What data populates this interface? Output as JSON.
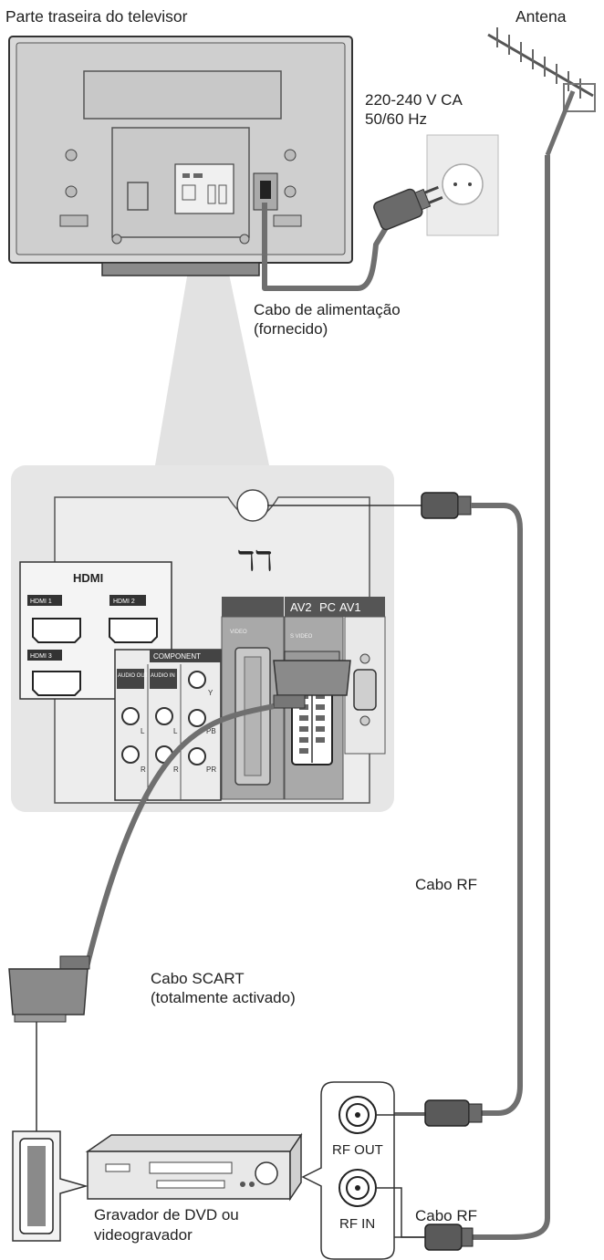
{
  "labels": {
    "tv_rear": "Parte traseira do televisor",
    "antenna": "Antena",
    "voltage": "220-240 V CA",
    "frequency": "50/60 Hz",
    "power_cable": "Cabo de alimentação",
    "power_cable_note": "(fornecido)",
    "rf_cable_top": "Cabo RF",
    "scart_cable": "Cabo SCART",
    "scart_cable_note": "(totalmente activado)",
    "recorder_line1": "Gravador de DVD ou",
    "recorder_line2": "videogravador",
    "rf_out": "RF OUT",
    "rf_in": "RF IN",
    "rf_cable_bottom": "Cabo RF"
  },
  "panel": {
    "hdmi_logo": "HDMI",
    "hdmi1": "HDMI 1",
    "hdmi2": "HDMI 2",
    "hdmi3": "HDMI 3",
    "component": "COMPONENT",
    "audio_out": "AUDIO OUT",
    "audio_in": "AUDIO IN",
    "y": "Y",
    "pb": "PB",
    "pr": "PR",
    "l": "L",
    "r": "R",
    "av2": "AV2",
    "pc": "PC",
    "av1": "AV1",
    "video": "VIDEO",
    "svideo": "S VIDEO"
  },
  "colors": {
    "panel_bg": "#e6e6e6",
    "tv_body": "#d8d8d8",
    "cable": "#6f6f6f",
    "outline": "#333333"
  }
}
